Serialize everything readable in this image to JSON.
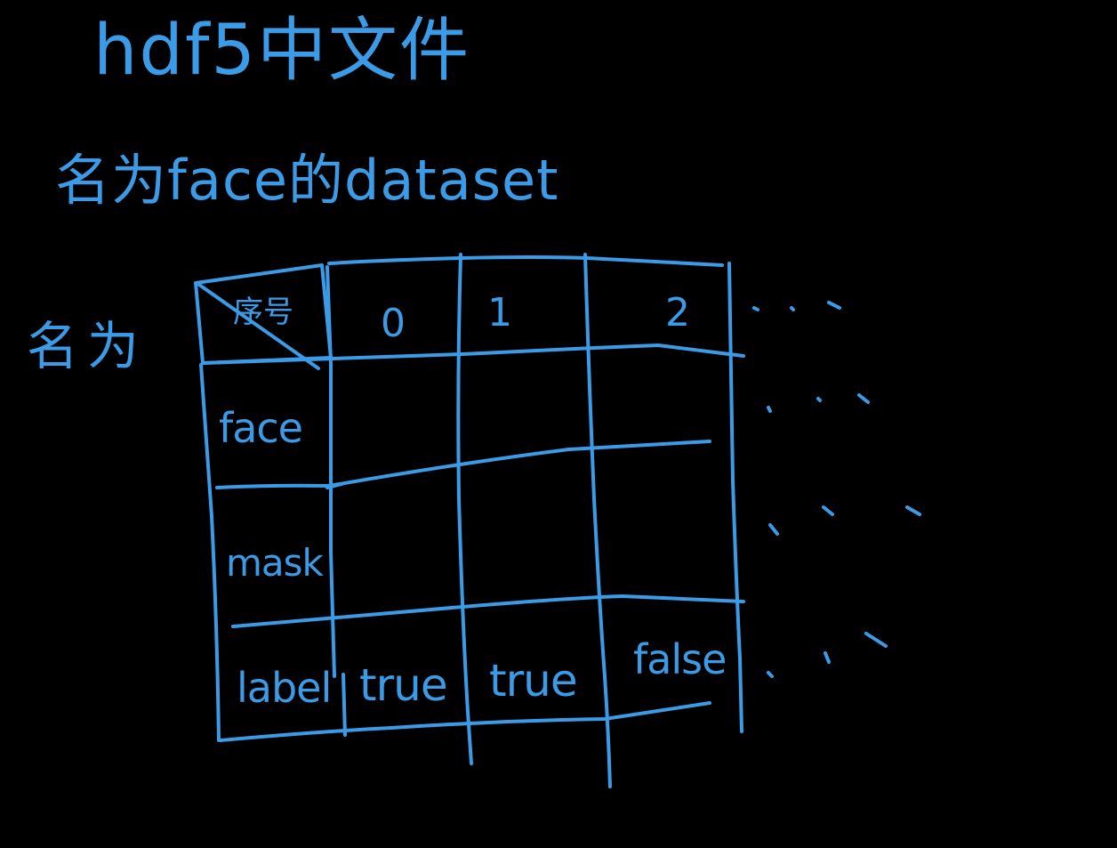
{
  "title": "hdf5中文件",
  "subtitle": "名为face的dataset",
  "side_label": "名为",
  "table": {
    "corner_label": "序号",
    "columns": [
      "0",
      "1",
      "2"
    ],
    "rows": [
      {
        "name": "face",
        "values": [
          "",
          "",
          ""
        ]
      },
      {
        "name": "mask",
        "values": [
          "",
          "",
          ""
        ]
      },
      {
        "name": "label",
        "values": [
          "true",
          "true",
          "false"
        ]
      }
    ]
  },
  "colors": {
    "background": "#000000",
    "ink": "#3b9be6"
  }
}
